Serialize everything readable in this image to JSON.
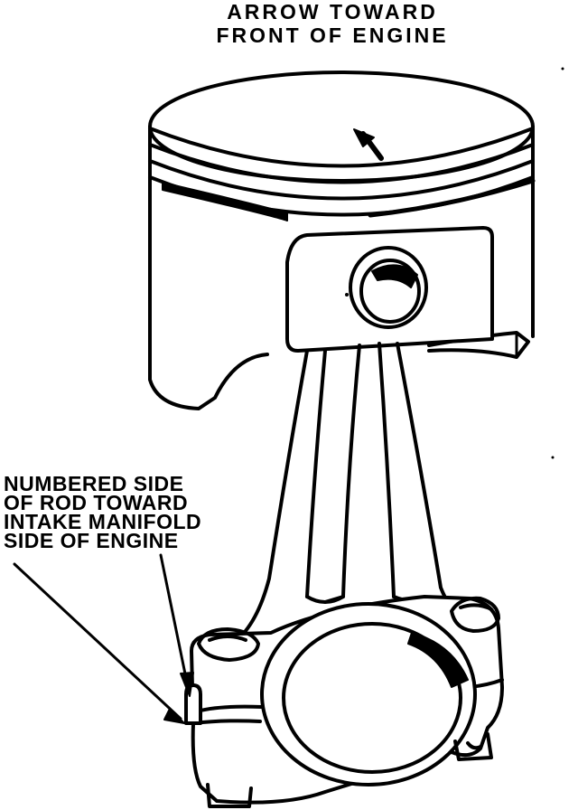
{
  "labels": {
    "arrow_callout": [
      "ARROW TOWARD",
      "FRONT OF ENGINE"
    ],
    "numbered_side_callout": [
      "NUMBERED SIDE",
      "OF ROD TOWARD",
      "INTAKE MANIFOLD",
      "SIDE OF ENGINE"
    ]
  },
  "colors": {
    "ink": "#000000",
    "paper": "#ffffff"
  }
}
